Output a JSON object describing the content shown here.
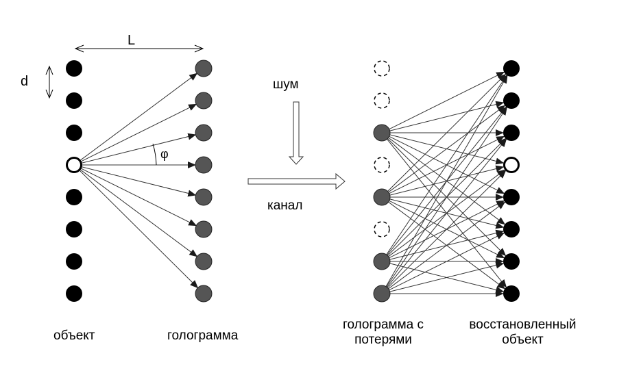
{
  "labels": {
    "length": "L",
    "spacing": "d",
    "angle": "φ",
    "noise": "шум",
    "channel": "канал",
    "object": "объект",
    "hologram": "голограмма",
    "lossy_hologram_line1": "голограмма с",
    "lossy_hologram_line2": "потерями",
    "restored_line1": "восстановленный",
    "restored_line2": "объект"
  },
  "object_points": [
    "filled",
    "filled",
    "filled",
    "source",
    "filled",
    "filled",
    "filled",
    "filled"
  ],
  "hologram_points": [
    "gray",
    "gray",
    "gray",
    "gray",
    "gray",
    "gray",
    "gray",
    "gray"
  ],
  "lossy_hologram_points": [
    "lost",
    "lost",
    "gray",
    "lost",
    "gray",
    "lost",
    "gray",
    "gray"
  ],
  "restored_points": [
    "filled",
    "filled",
    "filled",
    "restored",
    "filled",
    "filled",
    "filled",
    "filled"
  ],
  "colors": {
    "filled": "#000000",
    "gray": "#555555",
    "line": "#333333"
  }
}
